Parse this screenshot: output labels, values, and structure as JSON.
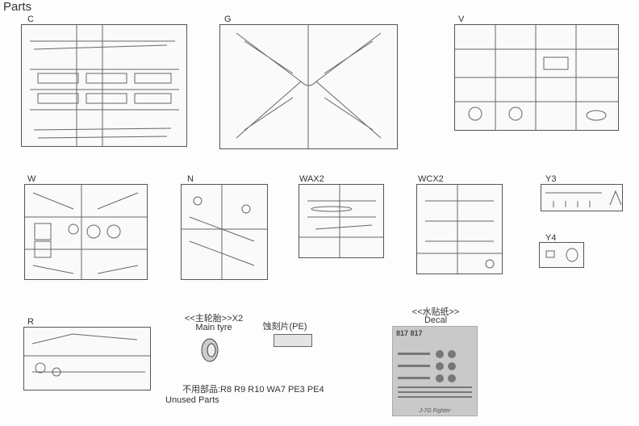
{
  "page_title": "Parts",
  "sprues": [
    {
      "id": "C"
    },
    {
      "id": "G"
    },
    {
      "id": "V"
    },
    {
      "id": "W"
    },
    {
      "id": "N"
    },
    {
      "id": "WAX2"
    },
    {
      "id": "WCX2"
    },
    {
      "id": "Y3"
    },
    {
      "id": "Y4"
    },
    {
      "id": "R"
    }
  ],
  "main_tyre": {
    "cn": "<<主轮胎>>X2",
    "en": "Main tyre"
  },
  "pe": {
    "cn": "蚀刻片(PE)"
  },
  "unused": {
    "cn": "不用部品:R8 R9 R10 WA7 PE3 PE4",
    "en": "Unused Parts"
  },
  "decal": {
    "cn": "<<水贴纸>>",
    "en": "Decal",
    "numbers": "817 817",
    "footer": "J-7G Fighter"
  }
}
